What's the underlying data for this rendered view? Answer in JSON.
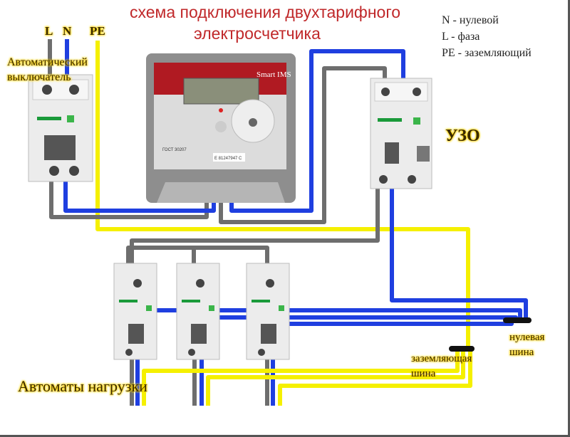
{
  "title": {
    "line1": "схема подключения двухтарифного",
    "line2": "электросчетчика"
  },
  "legend": [
    "N - нулевой",
    "L - фаза",
    "PE - заземляющий"
  ],
  "wire_labels": {
    "l": "L",
    "n": "N",
    "pe": "PE"
  },
  "main_breaker_label": {
    "line1": "Автоматический",
    "line2": "выключатель"
  },
  "rcd_label": "УЗО",
  "load_breakers_label": "Автоматы нагрузки",
  "neutral_bus_label": {
    "line1": "нулевая",
    "line2": "шина"
  },
  "ground_bus_label": {
    "line1": "заземляющая",
    "line2": "шина"
  },
  "meter": {
    "brand": "Smart IMS",
    "gost": "ГОСТ 30207",
    "serial": "E 81247947 C"
  },
  "colors": {
    "title": "#c0282a",
    "phase": "#6e6e6e",
    "neutral": "#1f3fe0",
    "ground": "#f5f000"
  }
}
